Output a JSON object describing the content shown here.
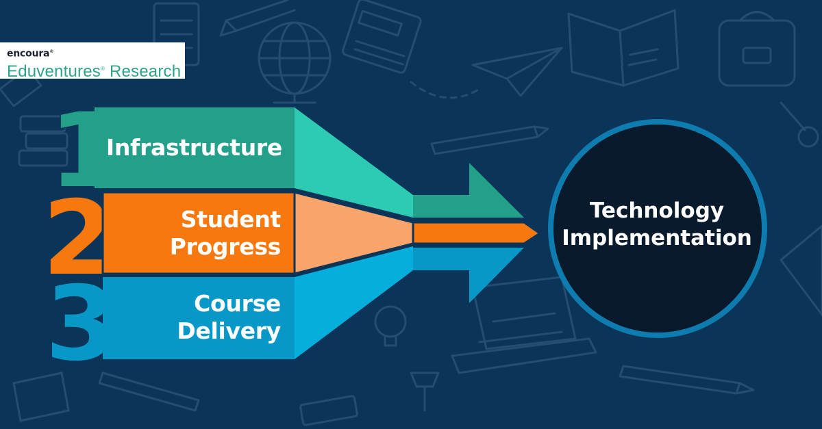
{
  "logo": {
    "brand": "encoura",
    "product": "Eduventures",
    "product_suffix": "Research"
  },
  "steps": [
    {
      "number": "1",
      "label_lines": [
        "Infrastructure"
      ],
      "color": "#22a08a",
      "light_color": "#2ecbb4"
    },
    {
      "number": "2",
      "label_lines": [
        "Student",
        "Progress"
      ],
      "color": "#f7780f",
      "light_color": "#f9a46a"
    },
    {
      "number": "3",
      "label_lines": [
        "Course",
        "Delivery"
      ],
      "color": "#0898c8",
      "light_color": "#06aedc"
    }
  ],
  "target": {
    "label_lines": [
      "Technology",
      "Implementation"
    ],
    "fill": "#081a2c",
    "ring": "#0f7cb0"
  },
  "colors": {
    "background": "#0b3558",
    "doodle": "#244d72"
  }
}
